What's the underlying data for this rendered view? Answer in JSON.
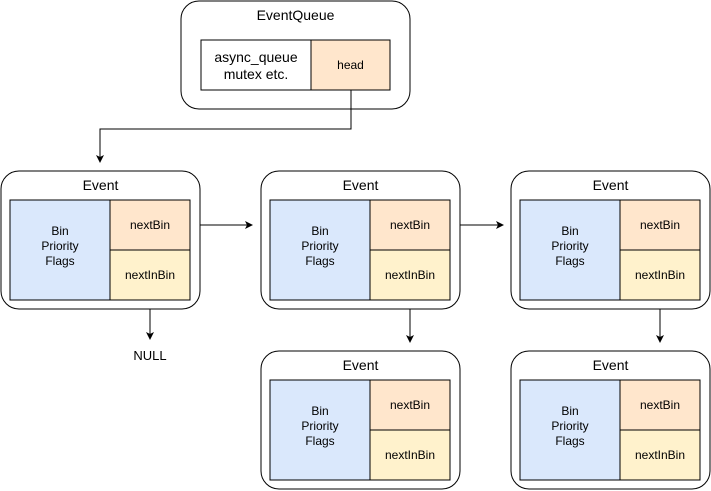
{
  "event_queue": {
    "title": "EventQueue",
    "fields_line1": "async_queue",
    "fields_line2": "mutex etc.",
    "head": "head"
  },
  "events": [
    {
      "title": "Event",
      "props": [
        "Bin",
        "Priority",
        "Flags"
      ],
      "next_bin": "nextBin",
      "next_in_bin": "nextInBin"
    },
    {
      "title": "Event",
      "props": [
        "Bin",
        "Priority",
        "Flags"
      ],
      "next_bin": "nextBin",
      "next_in_bin": "nextInBin"
    },
    {
      "title": "Event",
      "props": [
        "Bin",
        "Priority",
        "Flags"
      ],
      "next_bin": "nextBin",
      "next_in_bin": "nextInBin"
    },
    {
      "title": "Event",
      "props": [
        "Bin",
        "Priority",
        "Flags"
      ],
      "next_bin": "nextBin",
      "next_in_bin": "nextInBin"
    },
    {
      "title": "Event",
      "props": [
        "Bin",
        "Priority",
        "Flags"
      ],
      "next_bin": "nextBin",
      "next_in_bin": "nextInBin"
    }
  ],
  "null_label": "NULL",
  "colors": {
    "fields_fill": "#dae8fc",
    "next_bin_fill": "#ffe6cc",
    "next_in_bin_fill": "#fff2cc",
    "stroke": "#000000"
  }
}
